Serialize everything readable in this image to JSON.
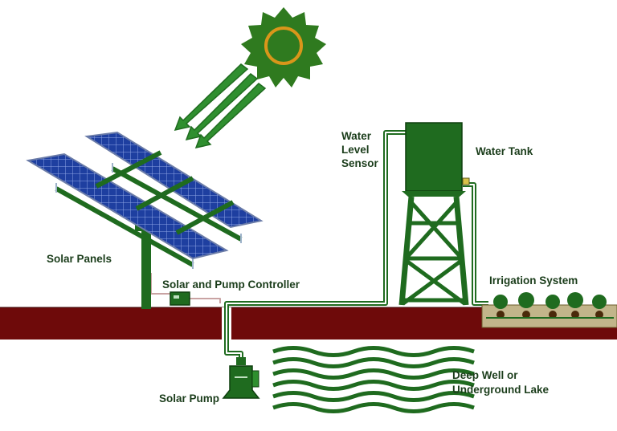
{
  "labels": {
    "solar_panels": "Solar Panels",
    "controller": "Solar and Pump Controller",
    "solar_pump": "Solar Pump",
    "water_level_sensor_line1": "Water",
    "water_level_sensor_line2": "Level",
    "water_level_sensor_line3": "Sensor",
    "water_tank": "Water Tank",
    "irrigation_system": "Irrigation System",
    "deep_well_line1": "Deep Well or",
    "deep_well_line2": "Underground Lake"
  },
  "colors": {
    "structure_green": "#1f6b1f",
    "sun_green": "#2f7a1f",
    "sun_orange": "#d9961a",
    "soil": "#6e0a0a",
    "panel_blue": "#1e3fa0",
    "pipe": "#c9a3a3",
    "label": "#1b3d1b"
  }
}
